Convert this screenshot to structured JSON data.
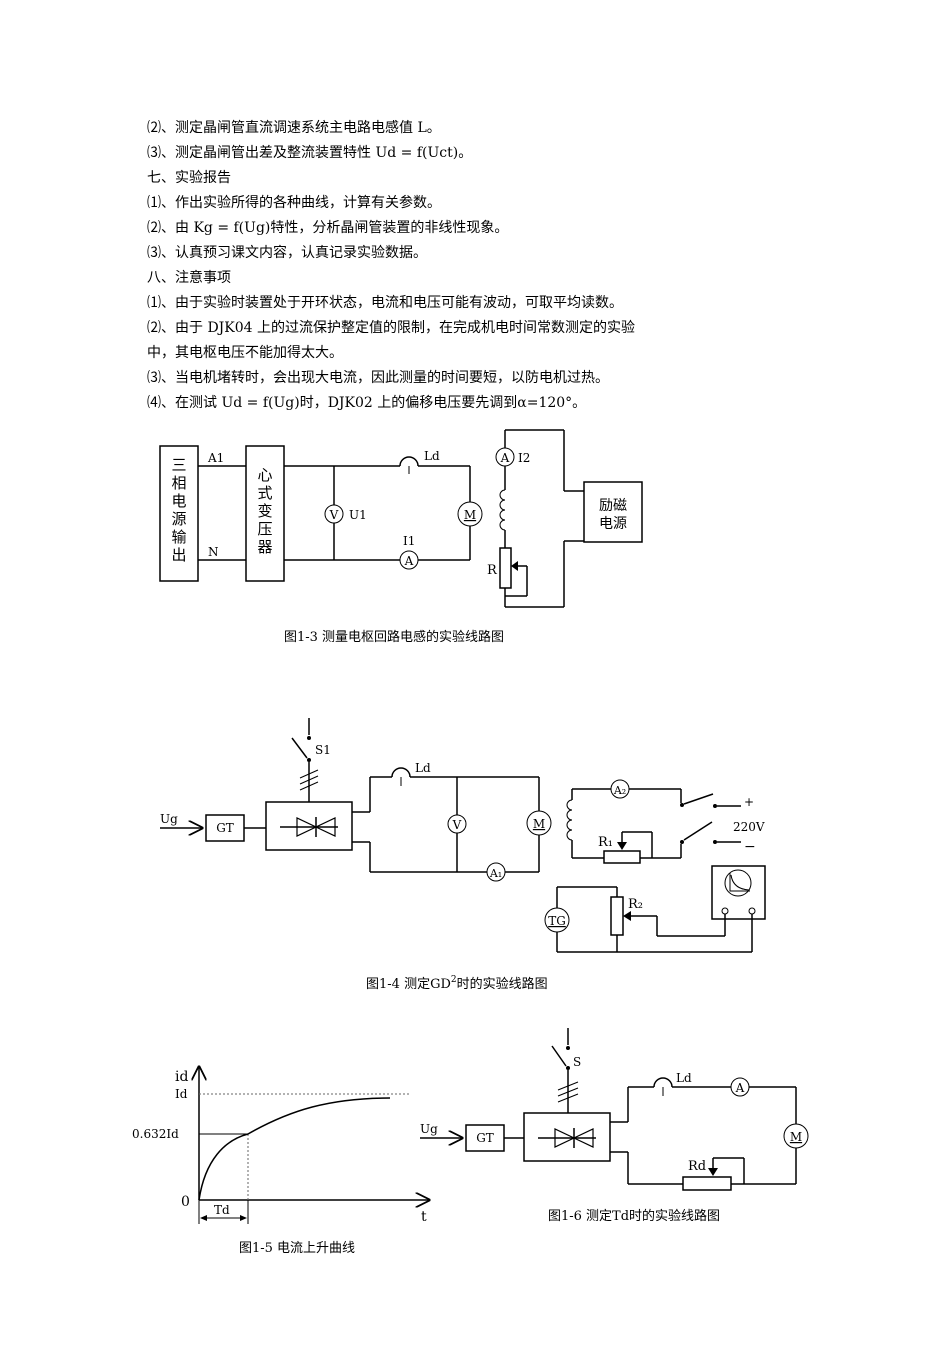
{
  "text_lines": [
    "⑵、测定晶闸管直流调速系统主电路电感值 L。",
    "⑶、测定晶闸管出差及整流装置特性 Ud = f(Uct)。",
    "七、实验报告",
    "⑴、作出实验所得的各种曲线，计算有关参数。",
    "⑵、由 Kg = f(Ug)特性，分析晶闸管装置的非线性现象。",
    "⑶、认真预习课文内容，认真记录实验数据。",
    "八、注意事项",
    "⑴、由于实验时装置处于开环状态，电流和电压可能有波动，可取平均读数。",
    "⑵、由于 DJK04 上的过流保护整定值的限制，在完成机电时间常数测定的实验",
    "中，其电枢电压不能加得太大。",
    "⑶、当电机堵转时，会出现大电流，因此测量的时间要短，以防电机过热。",
    "⑷、在测试 Ud = f(Ug)时，DJK02 上的偏移电压要先调到α=120°。"
  ],
  "fig13": {
    "source_label": "三相电源输出",
    "transformer_label": "心式变压器",
    "a1": "A1",
    "n": "N",
    "ld": "Ld",
    "v": "V",
    "u1": "U1",
    "i1": "I1",
    "a": "A",
    "m": "M",
    "i2": "I2",
    "r": "R",
    "exc": "励磁电源",
    "caption": "图1-3 测量电枢回路电感的实验线路图"
  },
  "fig14": {
    "s1": "S1",
    "ld": "Ld",
    "ug": "Ug",
    "gt": "GT",
    "v": "V",
    "m": "M",
    "a1": "A₁",
    "a2": "A₂",
    "r1": "R₁",
    "r2": "R₂",
    "plus": "+",
    "minus": "−",
    "v220": "220V",
    "tg": "TG",
    "caption_pre": "图1-4 测定GD",
    "caption_sup": "2",
    "caption_post": "时的实验线路图"
  },
  "fig15": {
    "id_axis": "id",
    "id_level": "Id",
    "level632": "0.632Id",
    "zero": "0",
    "t_axis": "t",
    "td": "Td",
    "caption": "图1-5 电流上升曲线"
  },
  "fig16": {
    "s": "S",
    "ld": "Ld",
    "a": "A",
    "m": "M",
    "ug": "Ug",
    "gt": "GT",
    "rd": "Rd",
    "caption": "图1-6 测定Td时的实验线路图"
  }
}
